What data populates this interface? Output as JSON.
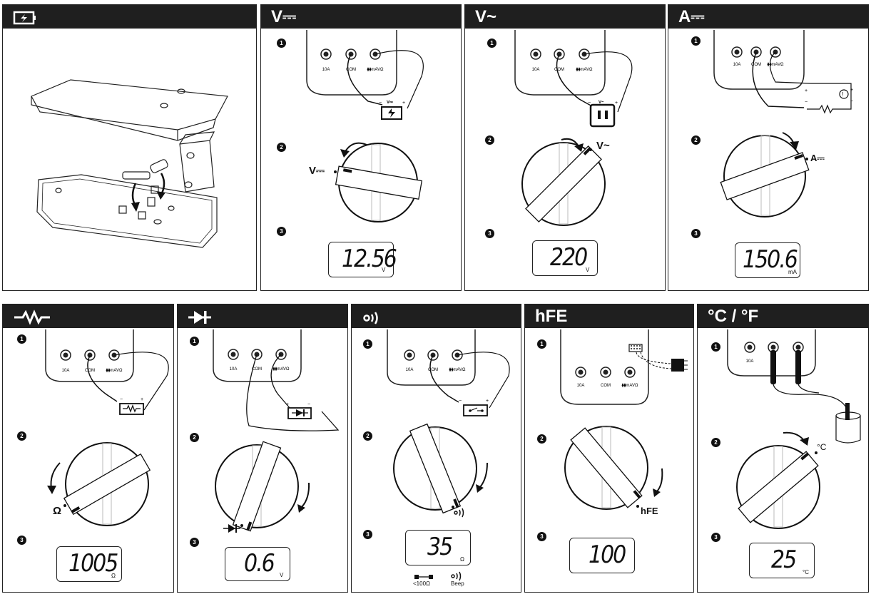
{
  "panels": {
    "battery": {
      "title": "",
      "icon": "battery-icon"
    },
    "dcv": {
      "title": "V⎓",
      "dial_label": "V⎓",
      "lcd_value": "12.56",
      "lcd_unit": "V",
      "jacks": [
        "10A",
        "COM",
        "⧫⧫mAVΩ"
      ]
    },
    "acv": {
      "title": "V~",
      "dial_label": "V~",
      "lcd_value": "220",
      "lcd_unit": "V",
      "source_label": "V~",
      "jacks": [
        "10A",
        "COM",
        "⧫⧫mAVΩ"
      ]
    },
    "dca": {
      "title": "A⎓",
      "dial_label": "A⎓",
      "lcd_value": "150.6",
      "lcd_unit": "mA",
      "jacks": [
        "10A",
        "COM",
        "⧫⧫mAVΩ"
      ]
    },
    "ohm": {
      "title": "",
      "icon": "resistor-icon",
      "dial_label": "Ω",
      "lcd_value": "1005",
      "lcd_unit": "Ω",
      "jacks": [
        "10A",
        "COM",
        "⧫⧫mAVΩ"
      ]
    },
    "diode": {
      "title": "",
      "icon": "diode-icon",
      "lcd_value": "0.6",
      "lcd_unit": "V",
      "jacks": [
        "10A",
        "COM",
        "⧫⧫mAVΩ"
      ]
    },
    "cont": {
      "title": "",
      "icon": "continuity-icon",
      "lcd_value": "35",
      "lcd_unit": "Ω",
      "caption_left": "<100Ω",
      "caption_right": "Beep",
      "jacks": [
        "10A",
        "COM",
        "⧫⧫mAVΩ"
      ]
    },
    "hfe": {
      "title": "hFE",
      "dial_label": "hFE",
      "lcd_value": "100",
      "lcd_unit": "",
      "jacks": [
        "10A",
        "COM",
        "⧫⧫mAVΩ"
      ]
    },
    "temp": {
      "title": "°C / °F",
      "dial_label": "°C",
      "lcd_value": "25",
      "lcd_unit": "°C",
      "jacks": [
        "10A"
      ]
    }
  },
  "steps": [
    "1",
    "2",
    "3"
  ],
  "colors": {
    "header_bg": "#1f1f1f",
    "ink": "#111111"
  }
}
